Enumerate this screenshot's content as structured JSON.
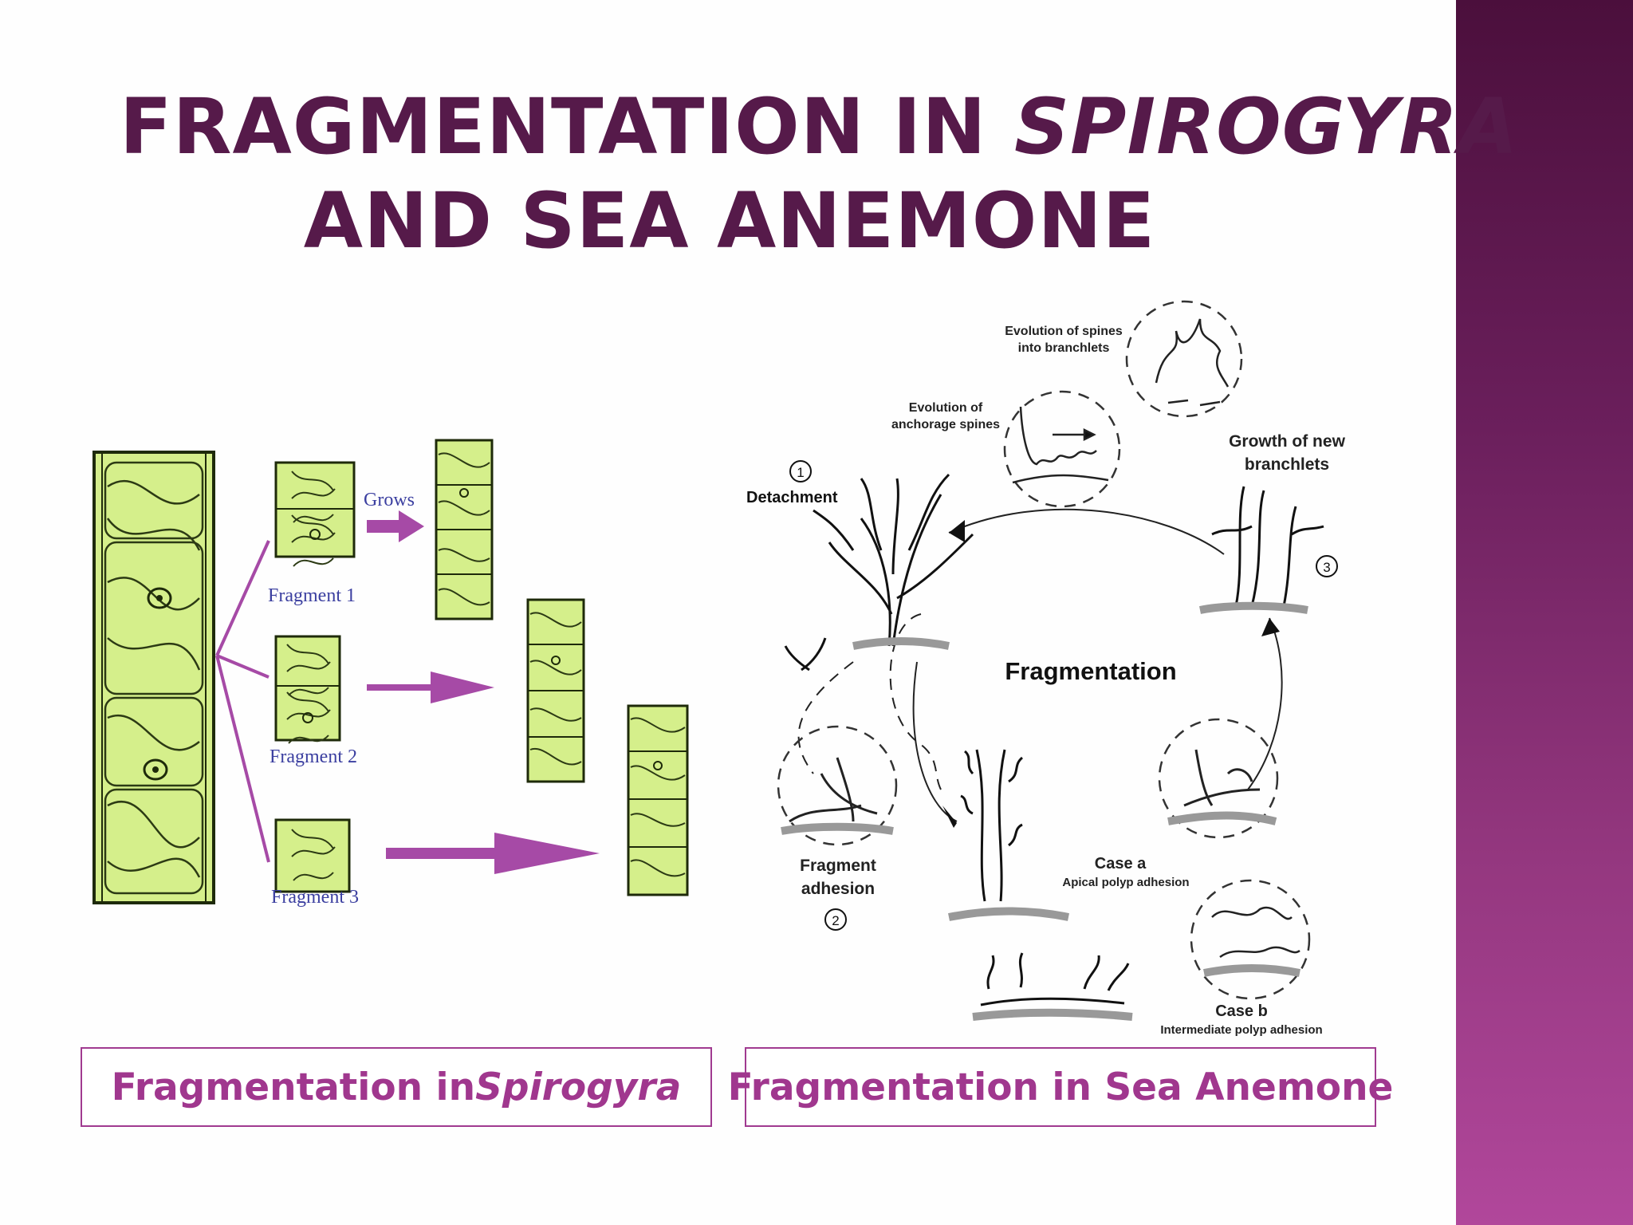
{
  "slide": {
    "title_line1_a": "FRAGMENTATION IN ",
    "title_line1_b": "SPIROGYRA",
    "title_line2": "AND SEA ANEMONE"
  },
  "spirogyra": {
    "grows_label": "Grows",
    "fragment1": "Fragment 1",
    "fragment2": "Fragment 2",
    "fragment3": "Fragment 3"
  },
  "anemone": {
    "center_label": "Fragmentation",
    "detachment": "Detachment",
    "evolution_anchorage_1": "Evolution of",
    "evolution_anchorage_2": "anchorage spines",
    "evolution_spines_1": "Evolution of spines",
    "evolution_spines_2": "into branchlets",
    "growth_1": "Growth of new",
    "growth_2": "branchlets",
    "fragment_adhesion_1": "Fragment",
    "fragment_adhesion_2": "adhesion",
    "case_a": "Case a",
    "case_a_sub": "Apical polyp adhesion",
    "case_b": "Case b",
    "case_b_sub": "Intermediate polyp adhesion",
    "step1": "1",
    "step2": "2",
    "step3": "3"
  },
  "captions": {
    "left_a": "Fragmentation in ",
    "left_b": "Spirogyra",
    "right": "Fragmentation in Sea Anemone"
  },
  "colors": {
    "title": "#561a4a",
    "caption": "#a0378e",
    "arrow": "#a64aa6",
    "filament": "#d5ef8b",
    "band_top": "#4b0f3c",
    "band_bottom": "#b1479b"
  }
}
